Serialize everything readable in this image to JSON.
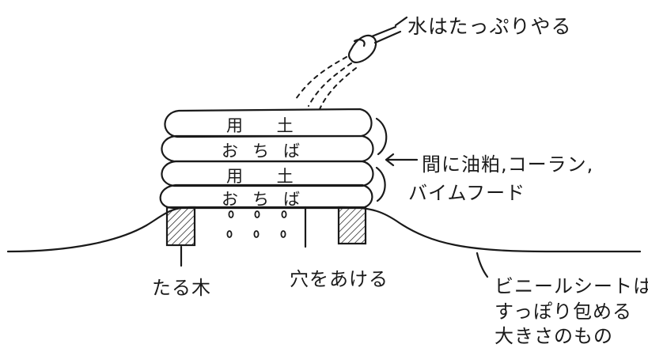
{
  "labels": {
    "water": "水はたっぷりやる",
    "layer_soil_1": "用 土",
    "layer_leaves_1": "おちば",
    "layer_soil_2": "用 土",
    "layer_leaves_2": "おちば",
    "between_line1": "間に油粕,コーラン,",
    "between_line2": "バイムフード",
    "rafter": "たる木",
    "holes": "穴をあける",
    "sheet_line1": "ビニールシートは",
    "sheet_line2": "すっぽり包める",
    "sheet_line3": "大きさのもの"
  }
}
